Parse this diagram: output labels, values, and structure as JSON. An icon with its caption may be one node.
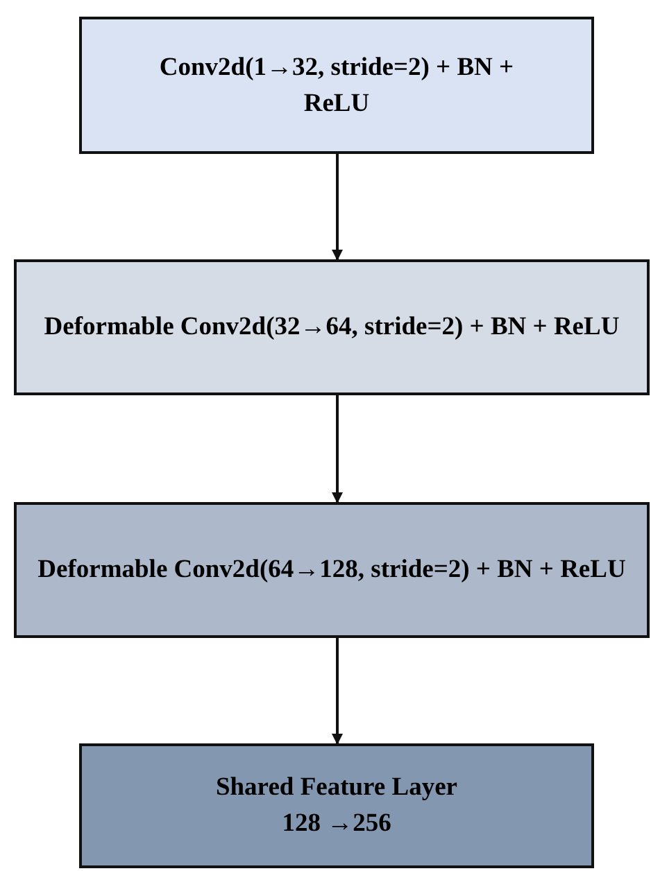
{
  "diagram": {
    "nodes": [
      {
        "text": [
          "Conv2d(1→32, stride=2) + BN + ReLU"
        ]
      },
      {
        "text": [
          "Deformable Conv2d(32→64, stride=2) + BN + ReLU"
        ]
      },
      {
        "text": [
          "Deformable Conv2d(64→128, stride=2) + BN + ReLU"
        ]
      },
      {
        "text": [
          "Shared Feature Layer",
          "128 →256"
        ]
      }
    ],
    "edges": [
      {
        "from": 0,
        "to": 1,
        "arrow": "to"
      },
      {
        "from": 1,
        "to": 2,
        "arrow": "to"
      },
      {
        "from": 2,
        "to": 3,
        "arrow": "to"
      }
    ]
  }
}
